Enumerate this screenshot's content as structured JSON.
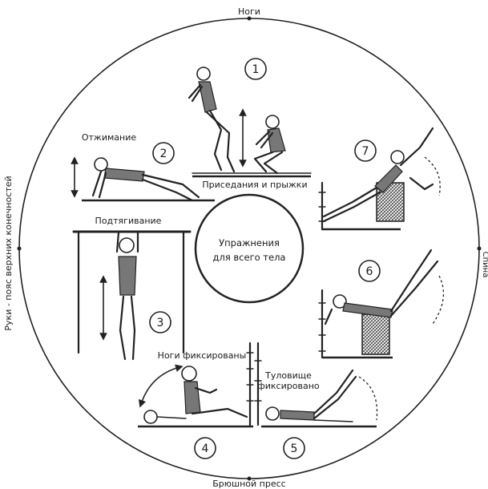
{
  "ring_labels": {
    "top": "Ноги",
    "bottom": "Брюшной пресс",
    "left": "Руки - пояс верхних конечностей",
    "right": "Спина"
  },
  "center_label_line1": "Упражнения",
  "center_label_line2": "для всего тела",
  "exercises": [
    {
      "number": "1",
      "label": "Приседания и прыжки"
    },
    {
      "number": "2",
      "label": "Отжимание"
    },
    {
      "number": "3",
      "label": "Подтягивание"
    },
    {
      "number": "4",
      "label": "Ноги фиксированы"
    },
    {
      "number": "5",
      "label_line1": "Туловище",
      "label_line2": "фиксировано"
    },
    {
      "number": "6"
    },
    {
      "number": "7"
    }
  ]
}
